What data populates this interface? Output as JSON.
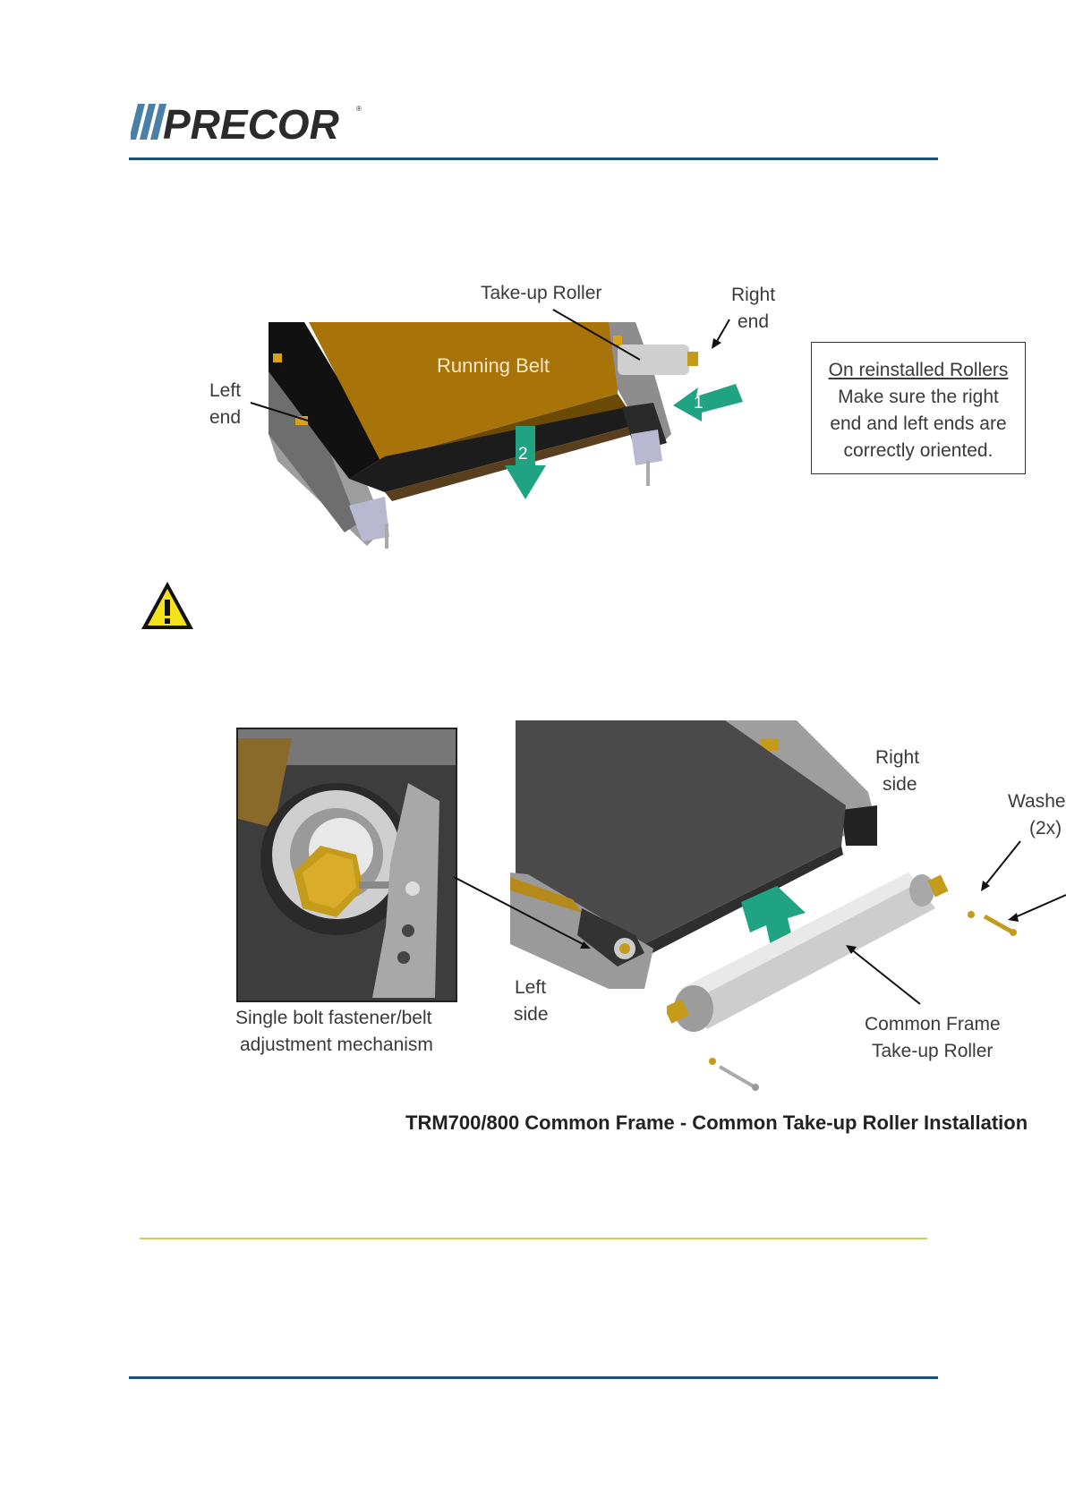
{
  "header": {
    "brand": "PRECOR"
  },
  "figure1": {
    "take_up_roller_label": "Take-up Roller",
    "right_end_label_line1": "Right",
    "right_end_label_line2": "end",
    "left_end_label_line1": "Left",
    "left_end_label_line2": "end",
    "running_belt_label": "Running Belt",
    "step1": "1",
    "step2": "2",
    "note_title": "On reinstalled Rollers",
    "note_line1": "Make sure the right",
    "note_line2": "end and left ends are",
    "note_line3": "correctly oriented."
  },
  "warning": {
    "icon": "warning-triangle-icon"
  },
  "figure2": {
    "right_side_line1": "Right",
    "right_side_line2": "side",
    "washer_line1": "Washe",
    "washer_line2": "(2x)",
    "left_side_line1": "Left",
    "left_side_line2": "side",
    "inset_caption_line1": "Single bolt fastener/belt",
    "inset_caption_line2": "adjustment mechanism",
    "roller_label_line1": "Common Frame",
    "roller_label_line2": "Take-up Roller",
    "caption": "TRM700/800 Common Frame - Common Take-up Roller Installation"
  },
  "colors": {
    "rule_blue": "#1f4e79",
    "rule_green": "#c6cf5a",
    "belt": "#a8740a",
    "arrow_teal": "#1fa383"
  }
}
